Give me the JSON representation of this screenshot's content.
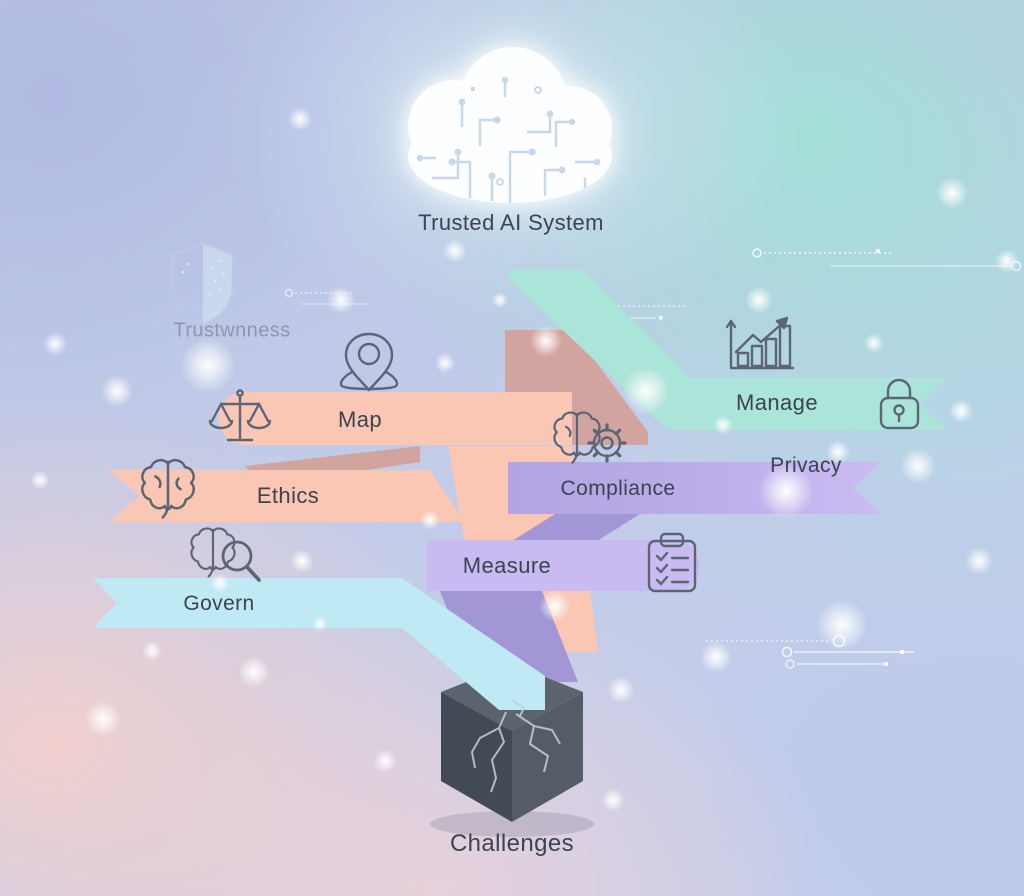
{
  "cloud": {
    "label": "Trusted AI System",
    "icon": "circuit-cloud-icon"
  },
  "trust": {
    "label": "Trustwnness",
    "icon": "shield-icon"
  },
  "ribbons": {
    "map": {
      "label": "Map",
      "color": "#f9c7b3",
      "icons": [
        "location-pin-icon",
        "scales-icon"
      ]
    },
    "manage": {
      "label": "Manage",
      "color": "#abe4d8",
      "icons": [
        "growth-chart-icon",
        "lock-icon"
      ]
    },
    "ethics": {
      "label": "Ethics",
      "color": "#f9c7b3",
      "icons": [
        "brain-icon"
      ]
    },
    "compliance": {
      "label": "Compliance",
      "color": "#b4a5e4",
      "icons": [
        "brain-gear-icon"
      ]
    },
    "privacy": {
      "label": "Privacy",
      "color": "#c9baf2"
    },
    "measure": {
      "label": "Measure",
      "color": "#c9bbf1",
      "icons": [
        "clipboard-checklist-icon"
      ]
    },
    "govern": {
      "label": "Govern",
      "color": "#bfe9f5",
      "icons": [
        "brain-magnifier-icon"
      ]
    }
  },
  "cube": {
    "label": "Challenges",
    "icon": "cracked-cube-icon"
  },
  "palette": {
    "text": "#3b4450",
    "muted_text": "#8e97ac",
    "rose_shadow": "#d2a49f",
    "purple_shadow": "#a396d6",
    "cube_top": "#5b646e",
    "cube_left": "#424b55",
    "cube_right": "#545d67"
  }
}
